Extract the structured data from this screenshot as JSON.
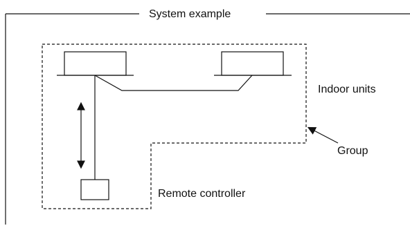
{
  "frame": {
    "title": "System example"
  },
  "labels": {
    "indoor_units": "Indoor units",
    "group": "Group",
    "remote_controller": "Remote controller"
  },
  "colors": {
    "line": "#111111",
    "background": "#ffffff"
  },
  "icons": {
    "double_arrow": "vertical-double-arrow",
    "pointer_arrow": "pointer-arrow"
  }
}
